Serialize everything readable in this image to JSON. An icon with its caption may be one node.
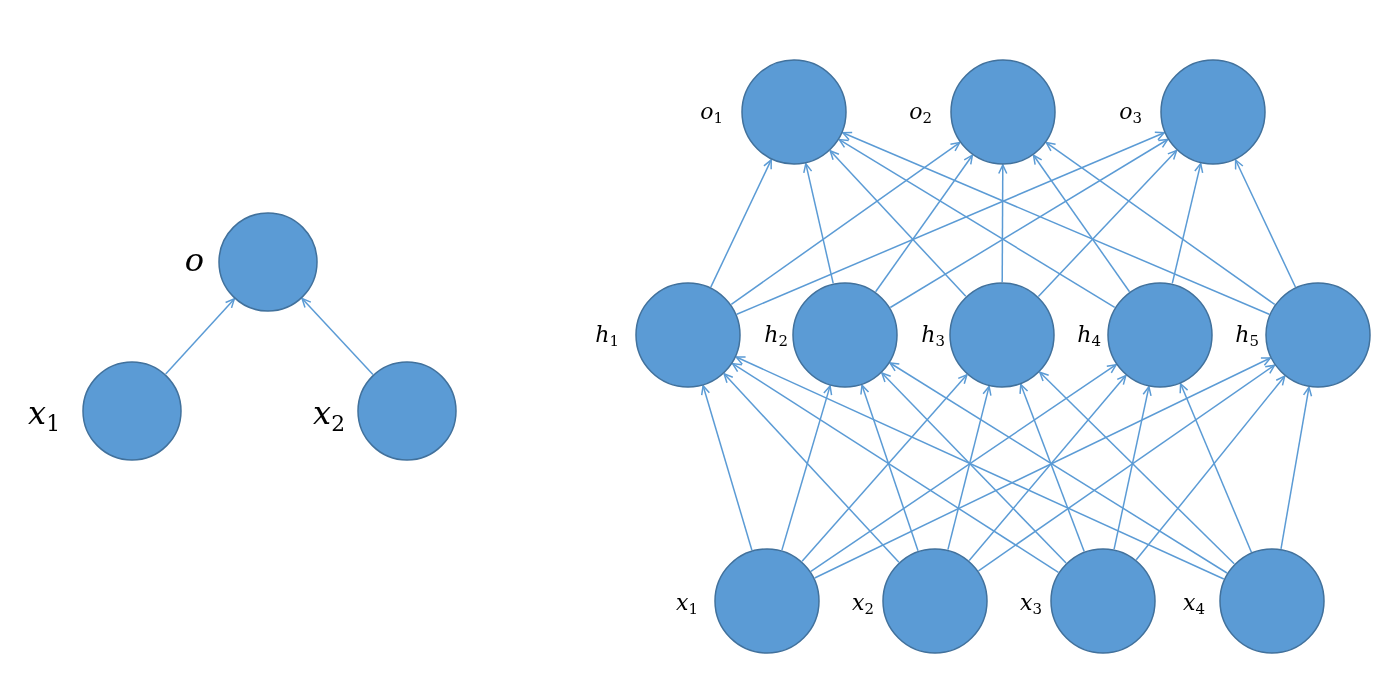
{
  "diagram": {
    "nodes": [
      {
        "text": [],
        "shape": "circle",
        "beside": [
          "o"
        ]
      },
      {
        "text": [],
        "shape": "circle",
        "beside": [
          "x$_{1}$"
        ]
      },
      {
        "text": [],
        "shape": "circle",
        "beside": [
          "x$_{2}$"
        ]
      },
      {
        "text": [],
        "shape": "circle",
        "beside": [
          "o$_{1}$"
        ]
      },
      {
        "text": [],
        "shape": "circle",
        "beside": [
          "o$_{2}$"
        ]
      },
      {
        "text": [],
        "shape": "circle",
        "beside": [
          "o$_{3}$"
        ]
      },
      {
        "text": [],
        "shape": "circle",
        "beside": [
          "h$_{1}$"
        ]
      },
      {
        "text": [],
        "shape": "circle",
        "beside": [
          "h$_{2}$"
        ]
      },
      {
        "text": [],
        "shape": "circle",
        "beside": [
          "h$_{3}$"
        ]
      },
      {
        "text": [],
        "shape": "circle",
        "beside": [
          "h$_{4}$"
        ]
      },
      {
        "text": [],
        "shape": "circle",
        "beside": [
          "h$_{5}$"
        ]
      },
      {
        "text": [],
        "shape": "circle",
        "beside": [
          "x$_{1}$"
        ]
      },
      {
        "text": [],
        "shape": "circle",
        "beside": [
          "x$_{2}$"
        ]
      },
      {
        "text": [],
        "shape": "circle",
        "beside": [
          "x$_{3}$"
        ]
      },
      {
        "text": [],
        "shape": "circle",
        "beside": [
          "x$_{4}$"
        ]
      }
    ],
    "edges": [
      {
        "from": 1,
        "to": 0,
        "arrow": "to"
      },
      {
        "from": 2,
        "to": 0,
        "arrow": "to"
      },
      {
        "from": 11,
        "to": 6,
        "arrow": "to"
      },
      {
        "from": 11,
        "to": 7,
        "arrow": "to"
      },
      {
        "from": 11,
        "to": 8,
        "arrow": "to"
      },
      {
        "from": 11,
        "to": 9,
        "arrow": "to"
      },
      {
        "from": 11,
        "to": 10,
        "arrow": "to"
      },
      {
        "from": 12,
        "to": 6,
        "arrow": "to"
      },
      {
        "from": 12,
        "to": 7,
        "arrow": "to"
      },
      {
        "from": 12,
        "to": 8,
        "arrow": "to"
      },
      {
        "from": 12,
        "to": 9,
        "arrow": "to"
      },
      {
        "from": 12,
        "to": 10,
        "arrow": "to"
      },
      {
        "from": 13,
        "to": 6,
        "arrow": "to"
      },
      {
        "from": 13,
        "to": 7,
        "arrow": "to"
      },
      {
        "from": 13,
        "to": 8,
        "arrow": "to"
      },
      {
        "from": 13,
        "to": 9,
        "arrow": "to"
      },
      {
        "from": 13,
        "to": 10,
        "arrow": "to"
      },
      {
        "from": 14,
        "to": 6,
        "arrow": "to"
      },
      {
        "from": 14,
        "to": 7,
        "arrow": "to"
      },
      {
        "from": 14,
        "to": 8,
        "arrow": "to"
      },
      {
        "from": 14,
        "to": 9,
        "arrow": "to"
      },
      {
        "from": 14,
        "to": 10,
        "arrow": "to"
      },
      {
        "from": 6,
        "to": 3,
        "arrow": "to"
      },
      {
        "from": 6,
        "to": 4,
        "arrow": "to"
      },
      {
        "from": 6,
        "to": 5,
        "arrow": "to"
      },
      {
        "from": 7,
        "to": 3,
        "arrow": "to"
      },
      {
        "from": 7,
        "to": 4,
        "arrow": "to"
      },
      {
        "from": 7,
        "to": 5,
        "arrow": "to"
      },
      {
        "from": 8,
        "to": 3,
        "arrow": "to"
      },
      {
        "from": 8,
        "to": 4,
        "arrow": "to"
      },
      {
        "from": 8,
        "to": 5,
        "arrow": "to"
      },
      {
        "from": 9,
        "to": 3,
        "arrow": "to"
      },
      {
        "from": 9,
        "to": 4,
        "arrow": "to"
      },
      {
        "from": 9,
        "to": 5,
        "arrow": "to"
      },
      {
        "from": 10,
        "to": 3,
        "arrow": "to"
      },
      {
        "from": 10,
        "to": 4,
        "arrow": "to"
      },
      {
        "from": 10,
        "to": 5,
        "arrow": "to"
      }
    ]
  }
}
